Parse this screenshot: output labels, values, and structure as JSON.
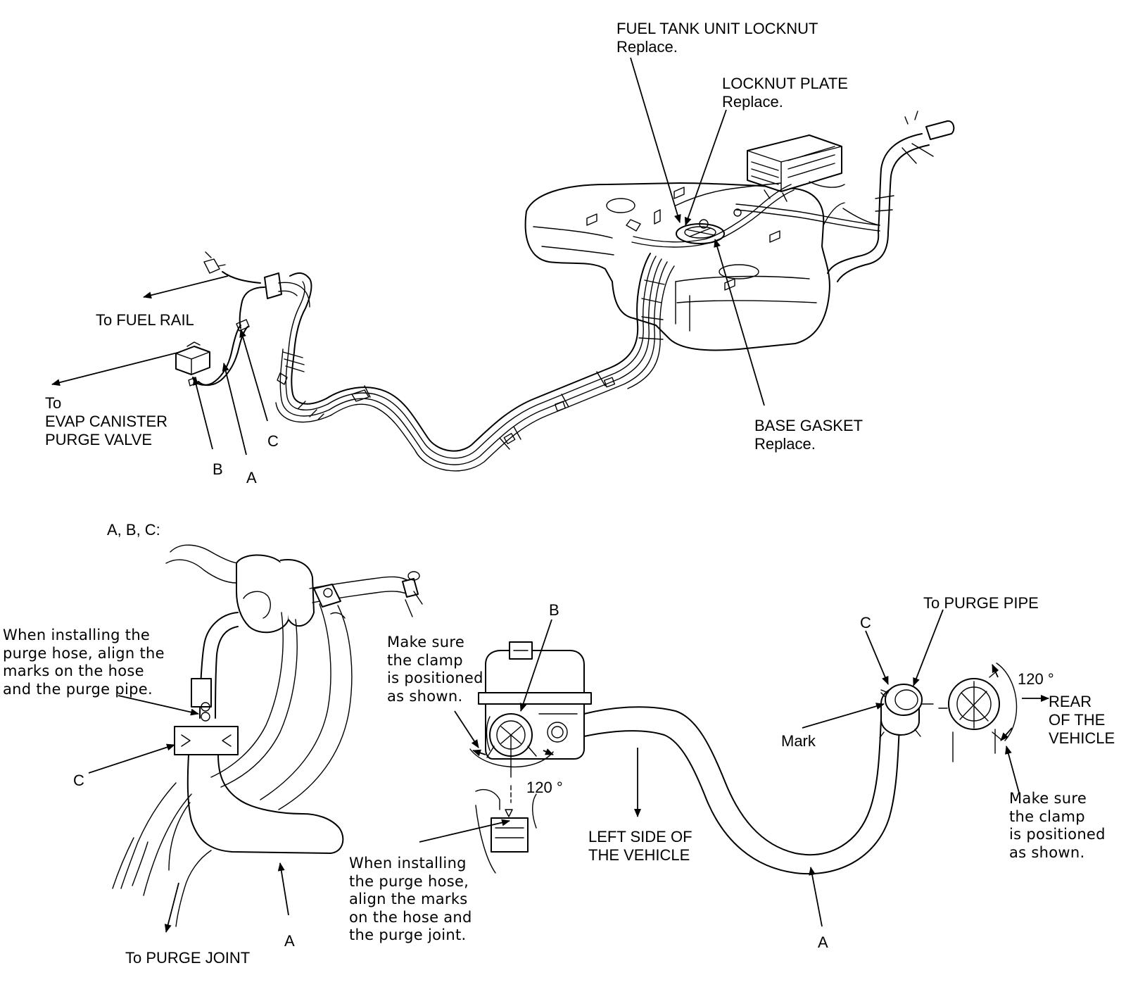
{
  "labels": {
    "locknut_title": "FUEL TANK UNIT LOCKNUT",
    "locknut_note": "Replace.",
    "plate_title": "LOCKNUT PLATE",
    "plate_note": "Replace.",
    "gasket_title": "BASE GASKET",
    "gasket_note": "Replace.",
    "to_fuel_rail": "To FUEL RAIL",
    "to_evap": [
      "To",
      "EVAP CANISTER",
      "PURGE VALVE"
    ],
    "callout_b": "B",
    "callout_a": "A",
    "callout_c": "C",
    "detail_heading": "A, B, C:",
    "align_pipe_note": [
      "When installing the",
      "purge hose, align the",
      "marks on the hose",
      "and the purge pipe."
    ],
    "clamp_note_left": [
      "Make sure",
      "the clamp",
      "is positioned",
      "as shown."
    ],
    "angle_left": "120 °",
    "align_joint_note": [
      "When installing",
      "the purge hose,",
      "align the marks",
      "on the hose and",
      "the purge joint."
    ],
    "left_side": [
      "LEFT SIDE OF",
      "THE VEHICLE"
    ],
    "to_purge_joint": "To PURGE JOINT",
    "mark": "Mark",
    "to_purge_pipe": "To PURGE PIPE",
    "angle_right": "120 °",
    "rear_vehicle": [
      "REAR",
      "OF THE",
      "VEHICLE"
    ],
    "clamp_note_right": [
      "Make sure",
      "the clamp",
      "is positioned",
      "as shown."
    ]
  }
}
